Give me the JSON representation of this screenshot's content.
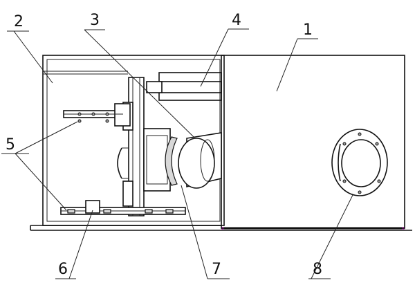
{
  "labels": {
    "l1": "1",
    "l2": "2",
    "l3": "3",
    "l4": "4",
    "l5": "5",
    "l6": "6",
    "l7": "7",
    "l8": "8"
  },
  "colors": {
    "line": "#111111",
    "background": "#ffffff",
    "accent_dot": "#cc33cc"
  }
}
